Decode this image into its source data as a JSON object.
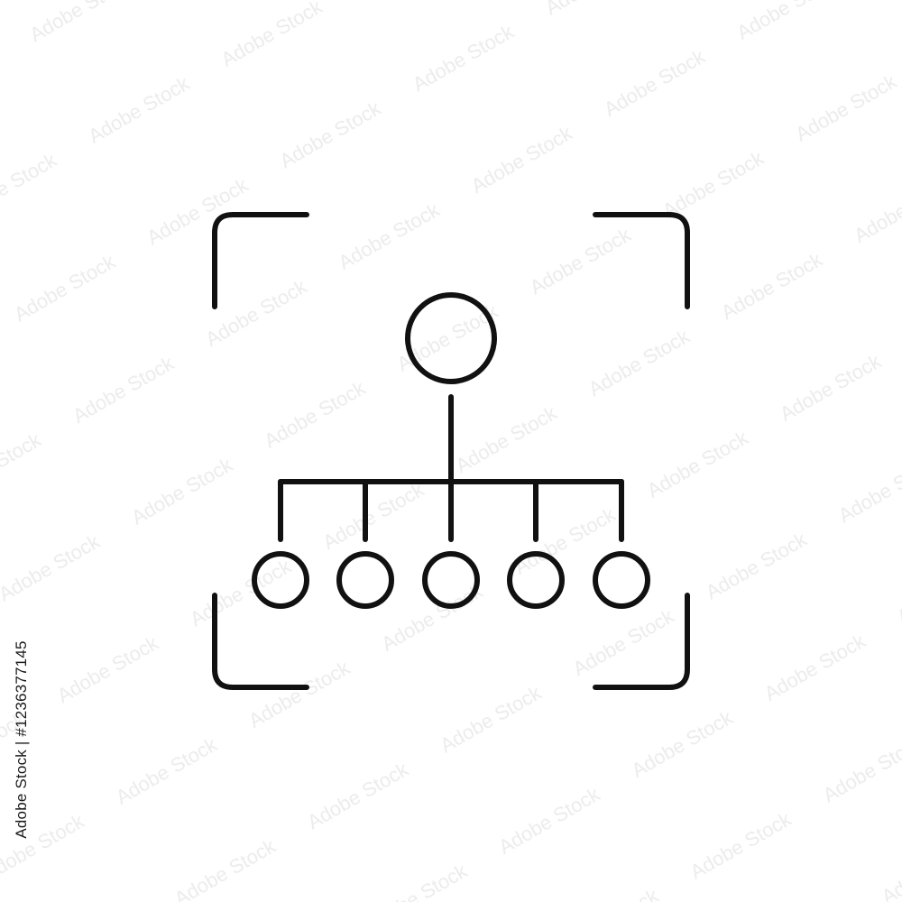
{
  "icon": {
    "name": "hierarchy-focus-icon",
    "stroke_color": "#111111",
    "child_node_count": 5
  },
  "watermark": {
    "text": "Adobe Stock",
    "color": "#e6e6e6"
  },
  "stock_id": {
    "label": "Adobe Stock | #1236377145"
  }
}
